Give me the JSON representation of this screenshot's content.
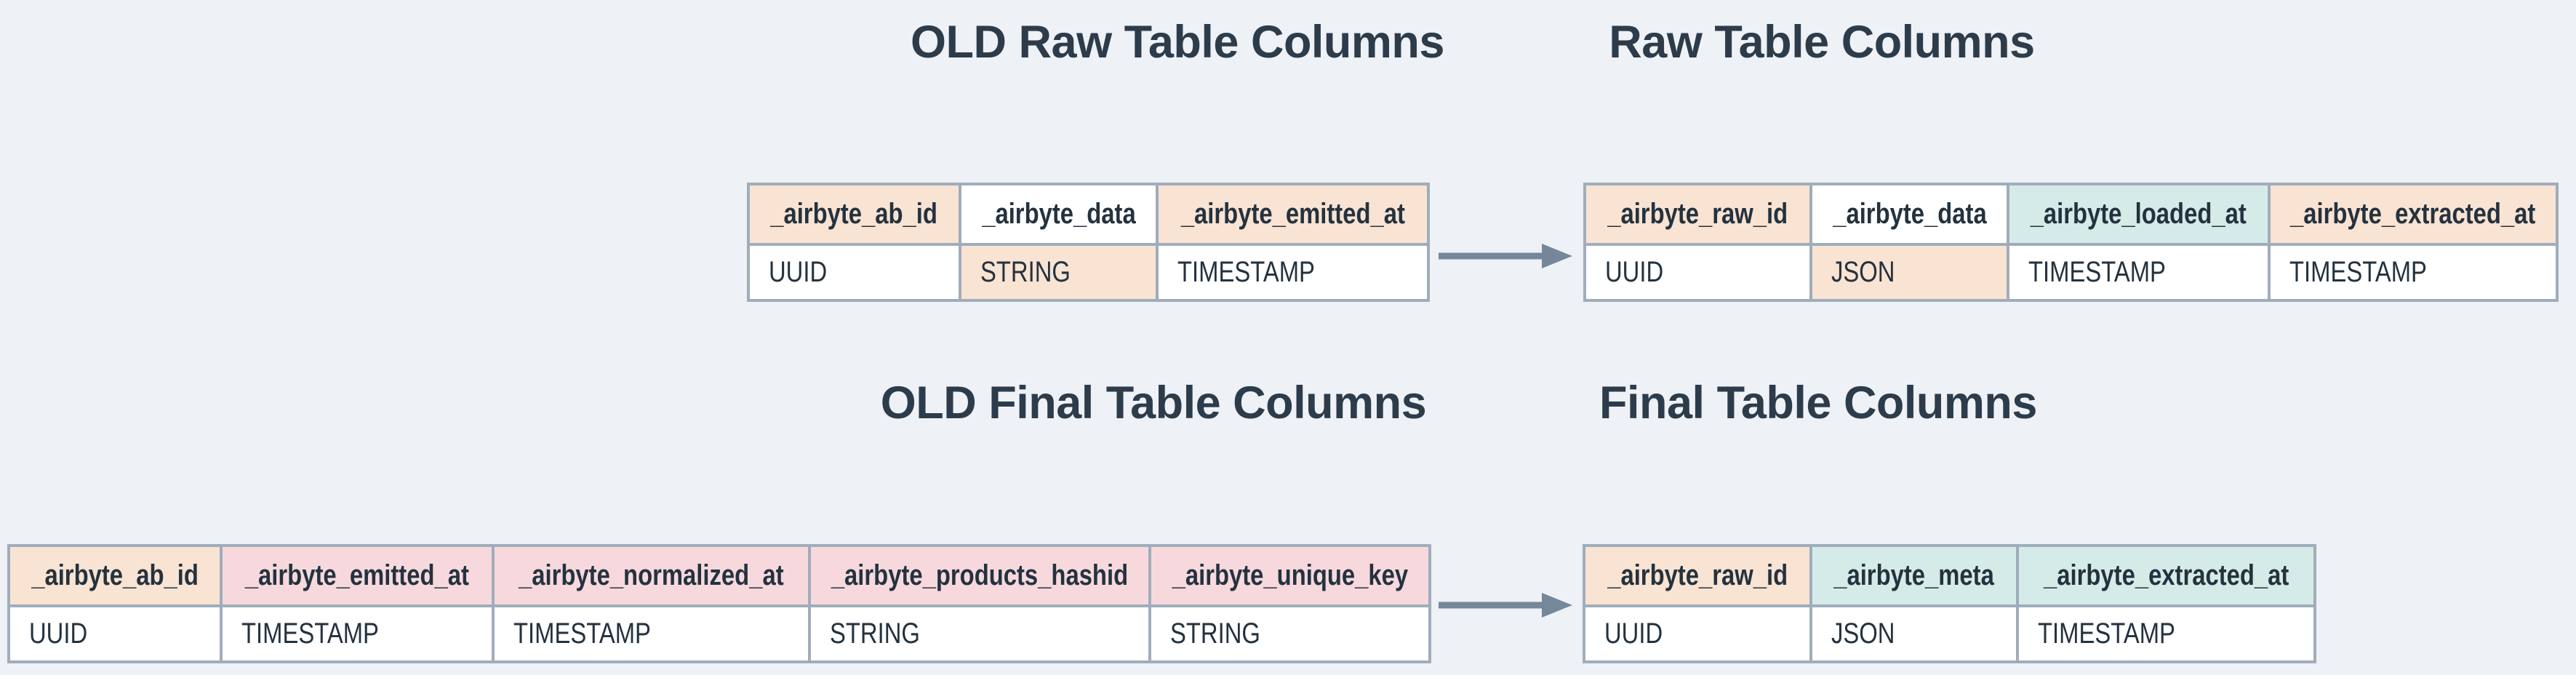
{
  "palette": {
    "background": "#eef1f5",
    "border": "#9fadbb",
    "cell_text": "#24323f",
    "title_text": "#2d3c4b",
    "arrow": "#76879a",
    "peach": "#f9e3d2",
    "pink": "#f7d9dd",
    "teal": "#d5ebe8",
    "white": "#ffffff"
  },
  "sections": {
    "raw": {
      "old_title": "OLD Raw Table Columns",
      "new_title": "Raw Table Columns",
      "old_columns": [
        {
          "name": "_airbyte_ab_id",
          "type": "UUID",
          "name_bg": "peach",
          "type_bg": "white"
        },
        {
          "name": "_airbyte_data",
          "type": "STRING",
          "name_bg": "white",
          "type_bg": "peach"
        },
        {
          "name": "_airbyte_emitted_at",
          "type": "TIMESTAMP",
          "name_bg": "peach",
          "type_bg": "white"
        }
      ],
      "new_columns": [
        {
          "name": "_airbyte_raw_id",
          "type": "UUID",
          "name_bg": "peach",
          "type_bg": "white"
        },
        {
          "name": "_airbyte_data",
          "type": "JSON",
          "name_bg": "white",
          "type_bg": "peach"
        },
        {
          "name": "_airbyte_loaded_at",
          "type": "TIMESTAMP",
          "name_bg": "teal",
          "type_bg": "white"
        },
        {
          "name": "_airbyte_extracted_at",
          "type": "TIMESTAMP",
          "name_bg": "peach",
          "type_bg": "white"
        }
      ]
    },
    "final": {
      "old_title": "OLD Final Table Columns",
      "new_title": "Final Table Columns",
      "old_columns": [
        {
          "name": "_airbyte_ab_id",
          "type": "UUID",
          "name_bg": "peach",
          "type_bg": "white"
        },
        {
          "name": "_airbyte_emitted_at",
          "type": "TIMESTAMP",
          "name_bg": "pink",
          "type_bg": "white"
        },
        {
          "name": "_airbyte_normalized_at",
          "type": "TIMESTAMP",
          "name_bg": "pink",
          "type_bg": "white"
        },
        {
          "name": "_airbyte_products_hashid",
          "type": "STRING",
          "name_bg": "pink",
          "type_bg": "white"
        },
        {
          "name": "_airbyte_unique_key",
          "type": "STRING",
          "name_bg": "pink",
          "type_bg": "white"
        }
      ],
      "new_columns": [
        {
          "name": "_airbyte_raw_id",
          "type": "UUID",
          "name_bg": "peach",
          "type_bg": "white"
        },
        {
          "name": "_airbyte_meta",
          "type": "JSON",
          "name_bg": "teal",
          "type_bg": "white"
        },
        {
          "name": "_airbyte_extracted_at",
          "type": "TIMESTAMP",
          "name_bg": "teal",
          "type_bg": "white"
        }
      ]
    }
  }
}
